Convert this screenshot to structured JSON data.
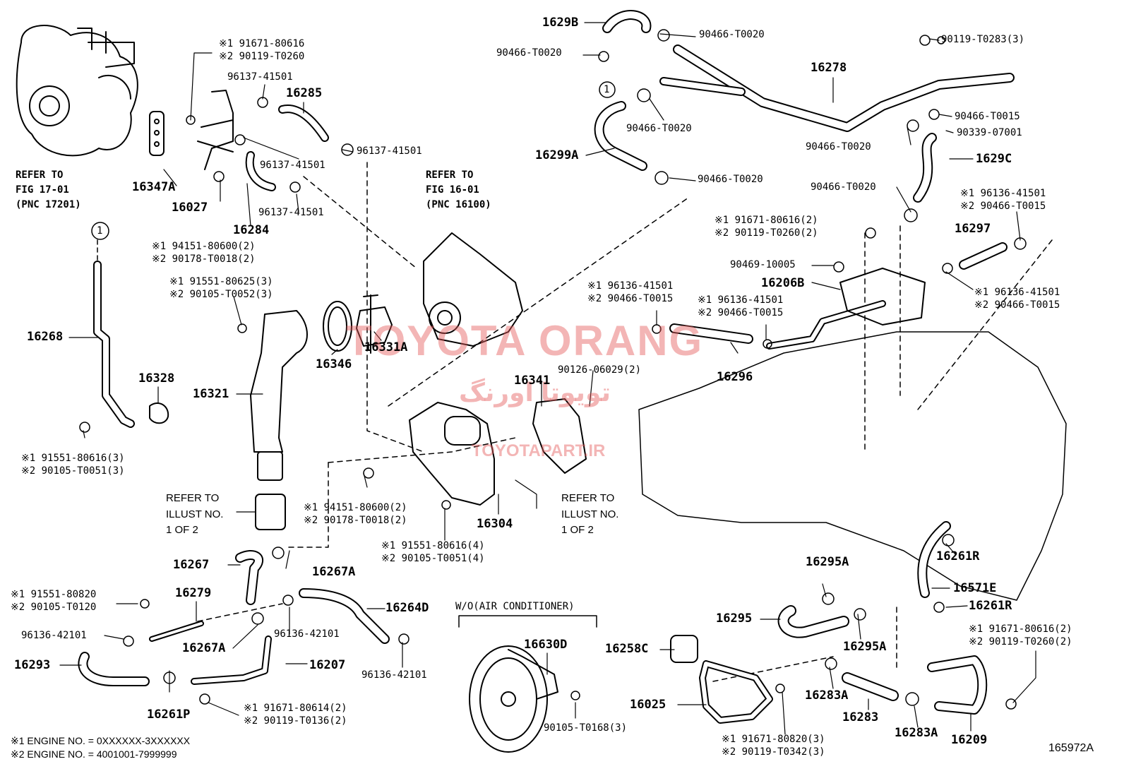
{
  "diagram_id": "165972A",
  "refs": {
    "fig_17": {
      "l1": "REFER TO",
      "l2": "FIG 17-01",
      "l3": "(PNC 17201)"
    },
    "fig_16": {
      "l1": "REFER TO",
      "l2": "FIG 16-01",
      "l3": "(PNC 16100)"
    },
    "illust_left": {
      "l1": "REFER TO",
      "l2": "ILLUST NO.",
      "l3": "1 OF 2"
    },
    "illust_right": {
      "l1": "REFER TO",
      "l2": "ILLUST NO.",
      "l3": "1 OF 2"
    }
  },
  "circle_marker": "1",
  "parts": {
    "p1629B": "1629B",
    "p16278": "16278",
    "p16299A": "16299A",
    "p1629C": "1629C",
    "p16285": "16285",
    "p16284": "16284",
    "p16027": "16027",
    "p16347A": "16347A",
    "p16268": "16268",
    "p16328": "16328",
    "p16321": "16321",
    "p16346": "16346",
    "p16331A": "16331A",
    "p16341": "16341",
    "p16304": "16304",
    "p16297": "16297",
    "p16206B": "16206B",
    "p16296": "16296",
    "p16267": "16267",
    "p16267A_1": "16267A",
    "p16279": "16279",
    "p16264D": "16264D",
    "p16267A_2": "16267A",
    "p16207": "16207",
    "p16293": "16293",
    "p16261P": "16261P",
    "p16630D": "16630D",
    "p16295A_1": "16295A",
    "p16295": "16295",
    "p16295A_2": "16295A",
    "p16261R_1": "16261R",
    "p16571E": "16571E",
    "p16261R_2": "16261R",
    "p16258C": "16258C",
    "p16025": "16025",
    "p16283A_1": "16283A",
    "p16283": "16283",
    "p16283A_2": "16283A",
    "p16209": "16209"
  },
  "subs": {
    "s90466_T0020_a": "90466-T0020",
    "s90466_T0020_b": "90466-T0020",
    "s90466_T0020_c": "90466-T0020",
    "s90466_T0020_d": "90466-T0020",
    "s90466_T0020_e": "90466-T0020",
    "s90466_T0020_f": "90466-T0020",
    "s90119_T0283": "90119-T0283(3)",
    "s90466_T0015": "90466-T0015",
    "s90339": "90339-07001",
    "s96137_a": "96137-41501",
    "s96137_b": "96137-41501",
    "s96137_c": "96137-41501",
    "s96137_d": "96137-41501",
    "s90469": "90469-10005",
    "s90126": "90126-06029(2)",
    "s96136_42101_a": "96136-42101",
    "s96136_42101_b": "96136-42101",
    "s96136_42101_c": "96136-42101",
    "s90105_T0168": "90105-T0168(3)"
  },
  "pairs": {
    "top_bolt": {
      "a": "※1 91671-80616",
      "b": "※2 90119-T0260"
    },
    "p94151_a": {
      "a": "※1 94151-80600(2)",
      "b": "※2 90178-T0018(2)"
    },
    "p91551_625": {
      "a": "※1 91551-80625(3)",
      "b": "※2 90105-T0052(3)"
    },
    "p91551_616_3": {
      "a": "※1 91551-80616(3)",
      "b": "※2 90105-T0051(3)"
    },
    "p96136_mid": {
      "a": "※1 96136-41501",
      "b": "※2 90466-T0015"
    },
    "p96136_mid2": {
      "a": "※1 96136-41501",
      "b": "※2 90466-T0015"
    },
    "p91671_2": {
      "a": "※1 91671-80616(2)",
      "b": "※2 90119-T0260(2)"
    },
    "p96136_r1": {
      "a": "※1 96136-41501",
      "b": "※2 90466-T0015"
    },
    "p96136_r2": {
      "a": "※1 96136-41501",
      "b": "※2 90466-T0015"
    },
    "p94151_b": {
      "a": "※1 94151-80600(2)",
      "b": "※2 90178-T0018(2)"
    },
    "p91551_616_4": {
      "a": "※1 91551-80616(4)",
      "b": "※2 90105-T0051(4)"
    },
    "p91551_820": {
      "a": "※1 91551-80820",
      "b": "※2 90105-T0120"
    },
    "p91671_614": {
      "a": "※1 91671-80614(2)",
      "b": "※2 90119-T0136(2)"
    },
    "p91671_820": {
      "a": "※1 91671-80820(3)",
      "b": "※2 90119-T0342(3)"
    },
    "p91671_br": {
      "a": "※1 91671-80616(2)",
      "b": "※2 90119-T0260(2)"
    }
  },
  "wo_air": "W/O(AIR CONDITIONER)",
  "footnotes": {
    "n1": "※1  ENGINE NO. = 0XXXXXX-3XXXXXX",
    "n2": "※2  ENGINE NO. = 4001001-7999999"
  },
  "watermark": {
    "main": "TOYOTA ORANG",
    "fa": "تویوتا اورنگ",
    "site": "TOYOTAPART.IR"
  },
  "colors": {
    "line": "#000000",
    "watermark": "#e45c5c"
  }
}
